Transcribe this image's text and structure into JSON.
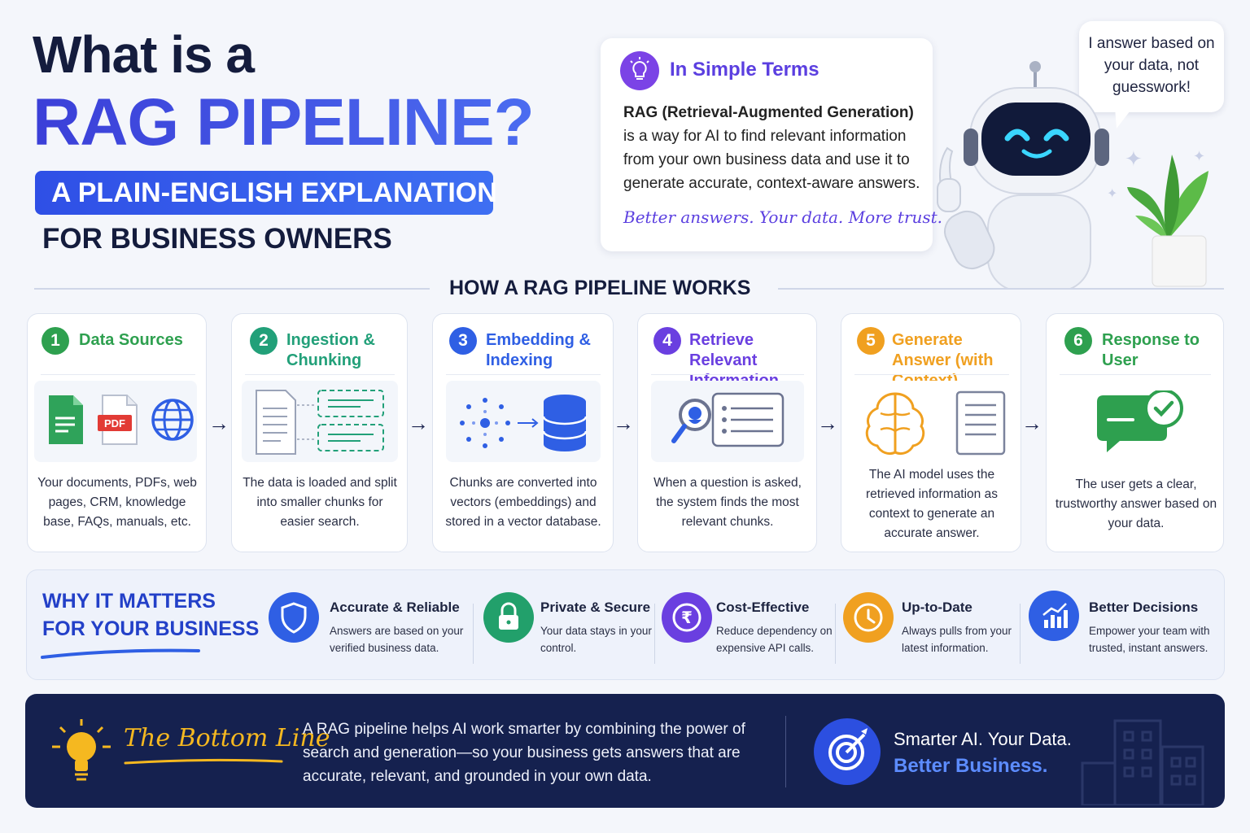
{
  "header": {
    "line1": "What is a",
    "line2": "RAG PIPELINE?",
    "badge": "A PLAIN-ENGLISH EXPLANATION",
    "line4": "FOR BUSINESS OWNERS"
  },
  "simple_terms": {
    "title": "In Simple Terms",
    "term": "RAG (Retrieval-Augmented Generation)",
    "body": "is a way for AI to find relevant information from your own business data and use it to generate accurate, context-aware answers.",
    "tagline": "Better answers. Your data. More trust.",
    "icon": "lightbulb-icon"
  },
  "robot": {
    "speech": "I answer based on your data, not guesswork!"
  },
  "how_it_works": {
    "title": "HOW A RAG PIPELINE WORKS",
    "steps": [
      {
        "num": "1",
        "title": "Data Sources",
        "desc": "Your documents, PDFs, web pages, CRM, knowledge base, FAQs, manuals, etc.",
        "color": "#2ea04f",
        "pdf_label": "PDF"
      },
      {
        "num": "2",
        "title": "Ingestion & Chunking",
        "desc": "The data is loaded and split into smaller chunks for easier search.",
        "color": "#22a079"
      },
      {
        "num": "3",
        "title": "Embedding & Indexing",
        "desc": "Chunks are converted into vectors (embeddings) and stored in a vector database.",
        "color": "#2f5fe4"
      },
      {
        "num": "4",
        "title": "Retrieve Relevant Information",
        "desc": "When a question is asked, the system finds the most relevant chunks.",
        "color": "#6a3fe0"
      },
      {
        "num": "5",
        "title": "Generate Answer (with Context)",
        "desc": "The AI model uses the retrieved information as context to generate an accurate answer.",
        "color": "#f0a020"
      },
      {
        "num": "6",
        "title": "Response to User",
        "desc": "The user gets a clear, trustworthy answer based on your data.",
        "color": "#2ea04f"
      }
    ]
  },
  "why": {
    "title_1": "WHY IT MATTERS",
    "title_2": "FOR YOUR BUSINESS",
    "items": [
      {
        "title": "Accurate & Reliable",
        "desc": "Answers are based on your verified business data.",
        "color": "#2f5fe4",
        "icon": "shield-icon"
      },
      {
        "title": "Private & Secure",
        "desc": "Your data stays in your control.",
        "color": "#22a06b",
        "icon": "lock-icon"
      },
      {
        "title": "Cost-Effective",
        "desc": "Reduce dependency on expensive API calls.",
        "color": "#6a3fe0",
        "icon": "rupee-icon"
      },
      {
        "title": "Up-to-Date",
        "desc": "Always pulls from your latest information.",
        "color": "#f0a020",
        "icon": "clock-icon"
      },
      {
        "title": "Better Decisions",
        "desc": "Empower your team with trusted, instant answers.",
        "color": "#2f5fe4",
        "icon": "bar-chart-icon"
      }
    ]
  },
  "bottom_line": {
    "title": "The Bottom Line",
    "text": "A RAG pipeline helps AI work smarter by combining the power of search and generation—so your business gets answers that are accurate, relevant, and grounded in your own data.",
    "slogan_1": "Smarter AI. Your Data.",
    "slogan_2": "Better Business."
  }
}
